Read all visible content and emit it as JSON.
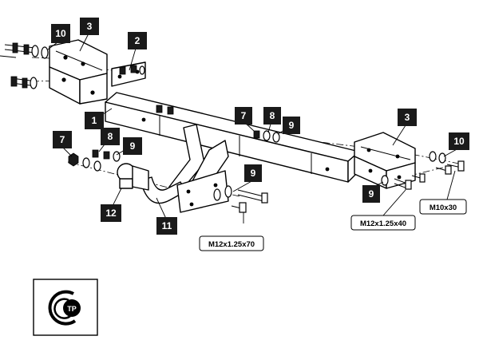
{
  "callouts": {
    "tag_10_left": "10",
    "tag_3_left": "3",
    "tag_2": "2",
    "tag_1": "1",
    "tag_7_left": "7",
    "tag_8_left": "8",
    "tag_9_left": "9",
    "tag_12": "12",
    "tag_11": "11",
    "tag_7_mid": "7",
    "tag_8_mid": "8",
    "tag_9_mid": "9",
    "tag_9_lower": "9",
    "tag_3_right": "3",
    "tag_10_right": "10",
    "tag_9_right": "9"
  },
  "bolt_labels": {
    "bolt_m12_70": "M12x1.25x70",
    "bolt_m12_40": "M12x1.25x40",
    "bolt_m10_30": "M10x30"
  },
  "certification_mark": {
    "letters": "ТР",
    "icon": "gost-r-certification-icon"
  },
  "colors": {
    "ink": "#000000",
    "tag_fill": "#1a1a1a",
    "paper": "#ffffff"
  }
}
